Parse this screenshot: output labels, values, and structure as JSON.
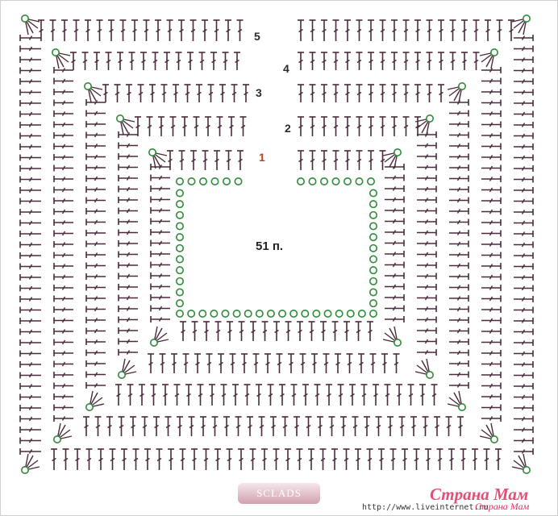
{
  "diagram": {
    "center_label": "51 п.",
    "row_numbers": [
      {
        "text": "1",
        "color": "#c0401a"
      },
      {
        "text": "2",
        "color": "#2b2b2b"
      },
      {
        "text": "3",
        "color": "#2b2b2b"
      },
      {
        "text": "4",
        "color": "#2b2b2b"
      },
      {
        "text": "5",
        "color": "#2b2b2b"
      }
    ],
    "colors": {
      "stitch": "#4a2a3a",
      "chain_ring": "#2f8a3a",
      "background": "#ffffff"
    },
    "symbols": [
      "double-crochet-icon",
      "chain-stitch-icon"
    ]
  },
  "watermarks": {
    "badge_text": "SCLADS",
    "site_logo": "Страна Мам",
    "url": "http://www.liveinternet.ru"
  }
}
